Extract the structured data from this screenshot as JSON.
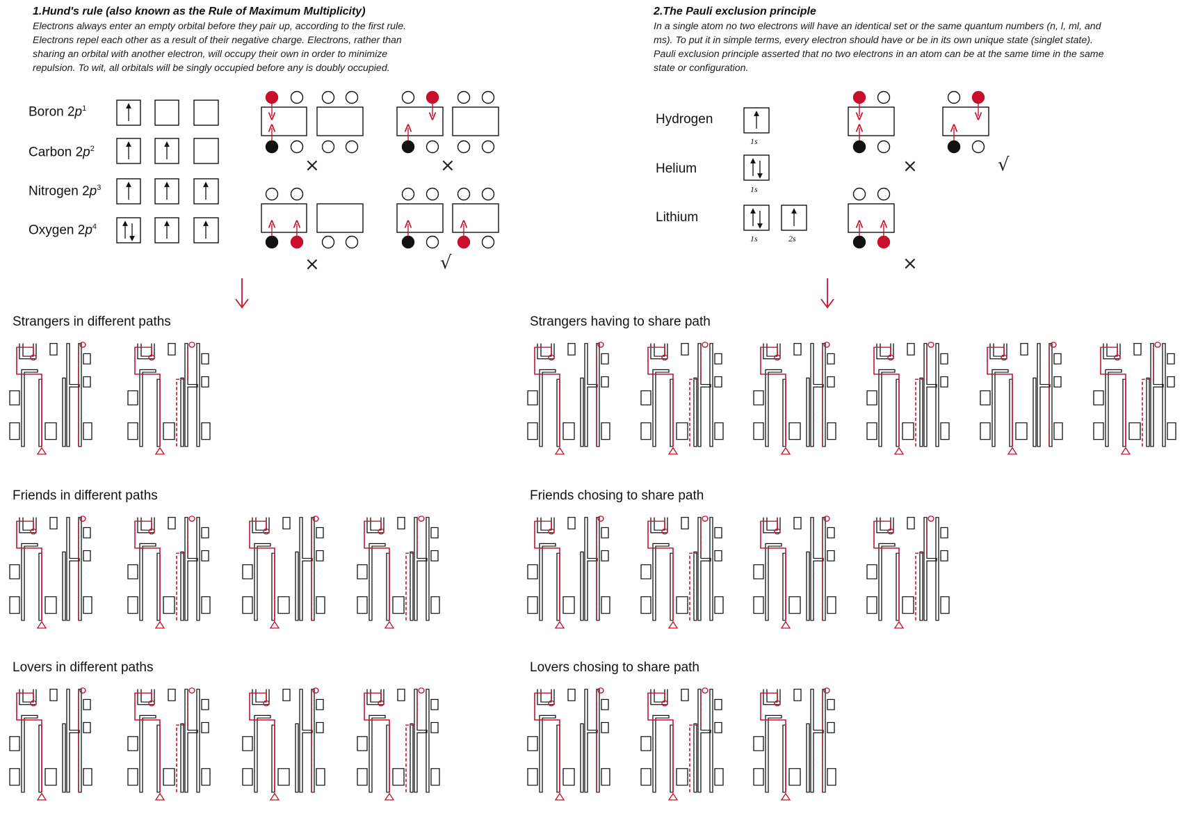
{
  "hund": {
    "title": "1.Hund's rule (also known as the Rule of Maximum Multiplicity)",
    "lines": [
      "Electrons always enter an empty orbital before they pair up, according to the first rule.",
      "Electrons repel each other as a result of their negative charge. Electrons, rather than",
      "sharing an orbital with another electron, will occupy their own in order to minimize",
      "repulsion. To wit, all orbitals will be singly occupied before any is doubly occupied."
    ],
    "elements": [
      {
        "name": "Boron 2",
        "orb": "p",
        "sup": "1",
        "arrows": [
          "up",
          "",
          ""
        ]
      },
      {
        "name": "Carbon 2",
        "orb": "p",
        "sup": "2",
        "arrows": [
          "up",
          "up",
          ""
        ]
      },
      {
        "name": "Nitrogen 2",
        "orb": "p",
        "sup": "3",
        "arrows": [
          "up",
          "up",
          "up"
        ]
      },
      {
        "name": "Oxygen 2",
        "orb": "p",
        "sup": "4",
        "arrows": [
          "updown",
          "up",
          "up"
        ]
      }
    ],
    "marks": [
      "×",
      "×",
      "×",
      "√"
    ]
  },
  "pauli": {
    "title": "2.The Pauli exclusion principle",
    "lines": [
      "In a single atom no two electrons will have an identical set or the same quantum numbers (n, l, ml, and",
      "ms). To put it in simple terms, every electron should have or be in its own unique state (singlet state).",
      "Pauli exclusion principle asserted that no two electrons in an atom can be at the same time in the same",
      "state or configuration."
    ],
    "elements": [
      {
        "name": "Hydrogen",
        "labels": [
          "1s"
        ]
      },
      {
        "name": "Helium",
        "labels": [
          "1s"
        ]
      },
      {
        "name": "Lithium",
        "labels": [
          "1s",
          "2s"
        ]
      }
    ],
    "marks": [
      "×",
      "√",
      "×"
    ]
  },
  "categories": {
    "strangers_diff": "Strangers in different paths",
    "strangers_share": "Strangers having to share path",
    "friends_diff": "Friends in different paths",
    "friends_share": "Friends chosing to share path",
    "lovers_diff": "Lovers in different paths",
    "lovers_share": "Lovers chosing to share path"
  },
  "colors": {
    "accent": "#c8102e",
    "ink": "#111111"
  }
}
